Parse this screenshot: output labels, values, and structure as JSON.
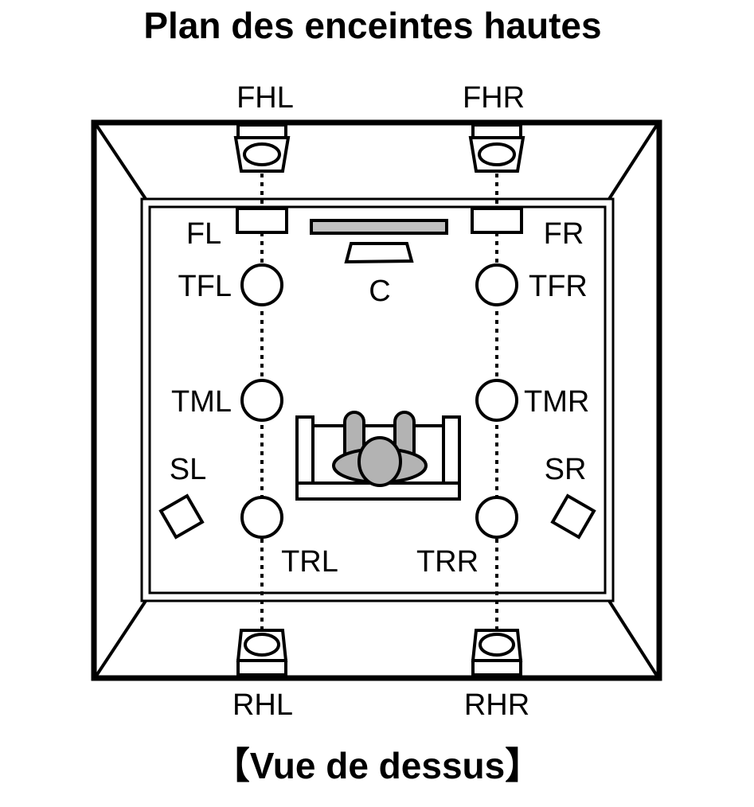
{
  "title": "Plan des enceintes hautes",
  "subtitle": "【Vue de dessus】",
  "colors": {
    "stroke": "#000000",
    "fill_gray": "#b3b3b3",
    "tv_gray": "#c0c0c0",
    "background": "#ffffff"
  },
  "speakers": {
    "FHL": "FHL",
    "FHR": "FHR",
    "FL": "FL",
    "FR": "FR",
    "C": "C",
    "TFL": "TFL",
    "TFR": "TFR",
    "TML": "TML",
    "TMR": "TMR",
    "SL": "SL",
    "SR": "SR",
    "TRL": "TRL",
    "TRR": "TRR",
    "RHL": "RHL",
    "RHR": "RHR"
  }
}
